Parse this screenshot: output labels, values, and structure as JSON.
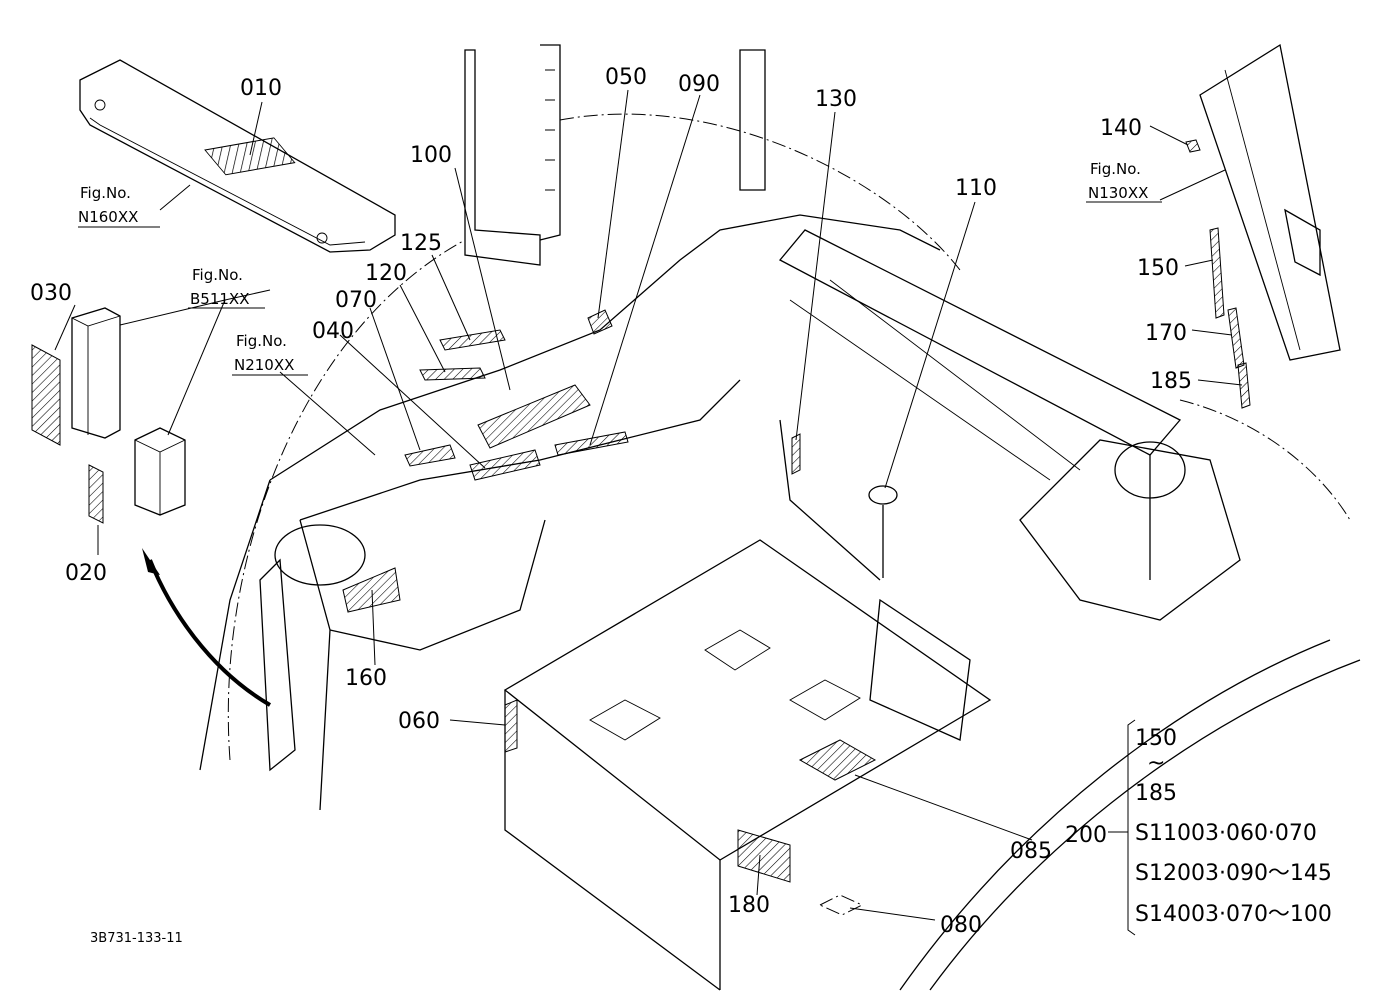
{
  "part_labels": {
    "p010": "010",
    "p020": "020",
    "p030": "030",
    "p040": "040",
    "p050": "050",
    "p060": "060",
    "p070": "070",
    "p080": "080",
    "p085": "085",
    "p090": "090",
    "p100": "100",
    "p110": "110",
    "p120": "120",
    "p125": "125",
    "p130": "130",
    "p140": "140",
    "p150": "150",
    "p160": "160",
    "p170": "170",
    "p180": "180",
    "p185": "185",
    "p200": "200"
  },
  "figure_refs": {
    "n160": {
      "title": "Fig.No.",
      "code": "N160XX"
    },
    "b511": {
      "title": "Fig.No.",
      "code": "B511XX"
    },
    "n210": {
      "title": "Fig.No.",
      "code": "N210XX"
    },
    "n130": {
      "title": "Fig.No.",
      "code": "N130XX"
    }
  },
  "group_note": {
    "range_start": "150",
    "range_sep": "~",
    "range_end": "185",
    "line1": "S11003·060·070",
    "line2": "S12003·090～145",
    "line3": "S14003·070～100"
  },
  "drawing_id": "3B731-133-11"
}
